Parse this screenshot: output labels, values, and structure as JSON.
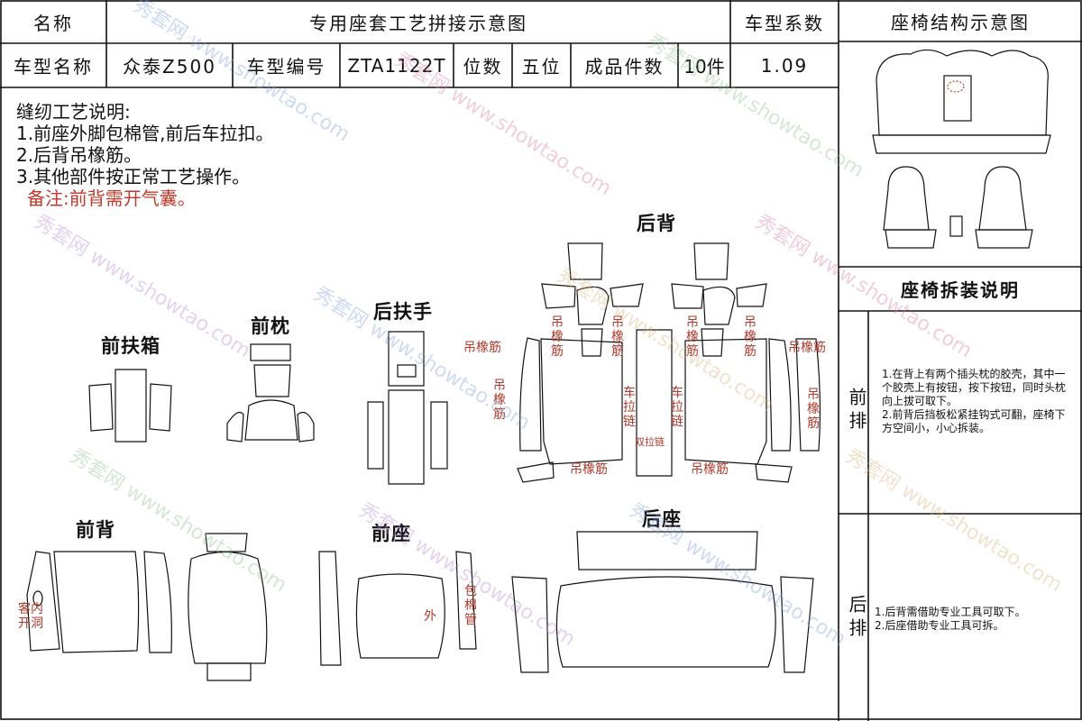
{
  "header": {
    "name_label": "名称",
    "title": "专用座套工艺拼接示意图",
    "coef_label": "车型系数",
    "structure_title": "座椅结构示意图"
  },
  "info": {
    "model_name_label": "车型名称",
    "model_name": "众泰Z500",
    "model_code_label": "车型编号",
    "model_code": "ZTA1122T",
    "seats_label": "位数",
    "seats": "五位",
    "pieces_label": "成品件数",
    "pieces": "10件",
    "coef": "1.09"
  },
  "notes": {
    "title": "缝纫工艺说明:",
    "items": [
      "1.前座外脚包棉管,前后车拉扣。",
      "2.后背吊橡筋。",
      "3.其他部件按正常工艺操作。"
    ],
    "remark": "备注:前背需开气囊。"
  },
  "sections": {
    "rear_back": "后背",
    "front_armrest": "前扶箱",
    "front_headrest": "前枕",
    "rear_armrest": "后扶手",
    "front_back": "前背",
    "front_seat": "前座",
    "rear_seat": "后座"
  },
  "labels": {
    "elastic": "吊橡筋",
    "zipper": "车拉链",
    "dual_zipper": "双拉链",
    "passenger_hole": "客内开洞",
    "outer": "外",
    "cotton_tube": "包棉管"
  },
  "side": {
    "disassembly_title": "座椅拆装说明",
    "front_row": "前排",
    "front_text": "1.在背上有两个插头枕的胶壳，其中一个胶壳上有按钮，按下按钮，同时头枕向上拔可取下。\n2.前背后挡板松紧挂钩式可翻，座椅下方空间小，小心拆装。",
    "rear_row": "后排",
    "rear_text": "1.后背需借助专业工具可取下。\n2.后座借助专业工具可拆。"
  },
  "watermark": {
    "text": "秀套网 www.showtao.com"
  },
  "colors": {
    "annotation_red": "#b0392b",
    "remark_red": "#c0392b",
    "line": "#111111"
  }
}
